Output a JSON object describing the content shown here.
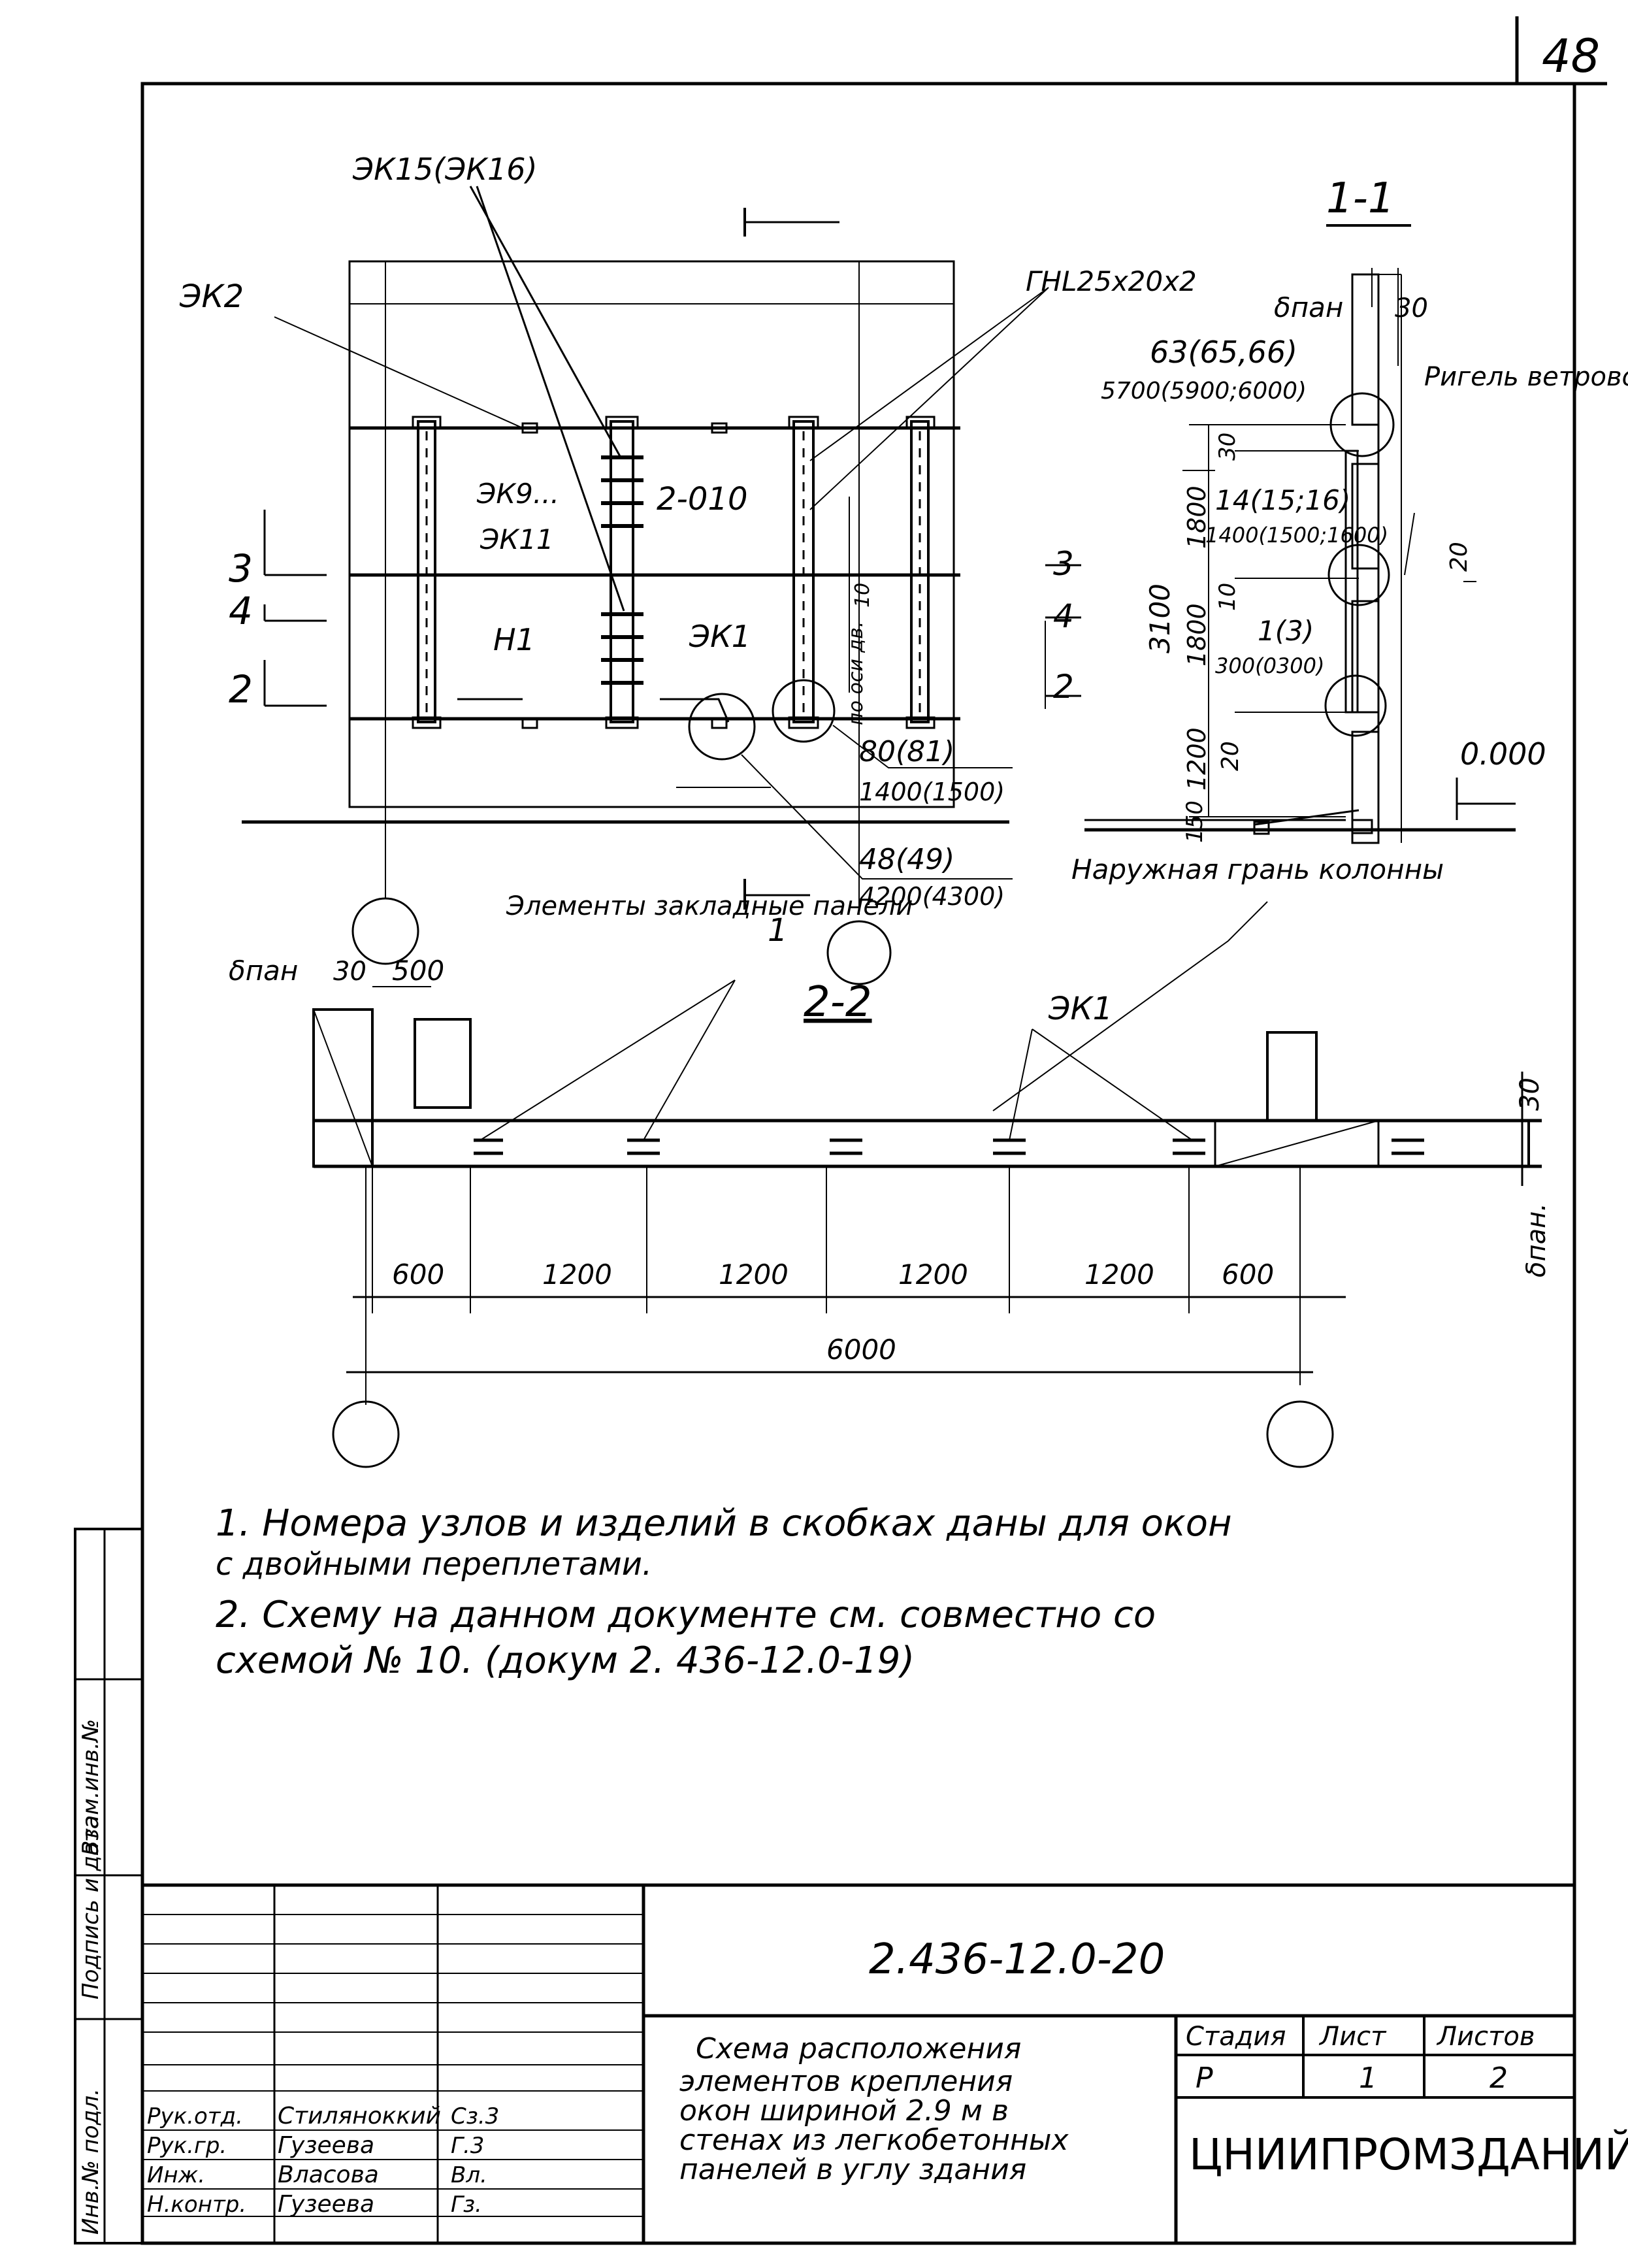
{
  "sheet_number": "48",
  "plan": {
    "labels": {
      "ek15_ek16": "ЭК15(ЭК16)",
      "ek2": "ЭК2",
      "ek9": "ЭК9...",
      "ek11": "ЭК11",
      "node_2_010": "2-010",
      "n1": "Н1",
      "ek1": "ЭК1",
      "angle_profile": "ГНL25x20x2",
      "node_80": "80(81)",
      "dim_1400": "1400(1500)",
      "node_48": "48(49)",
      "dim_4200": "4200(4300)",
      "dim_10": "10",
      "vertical_note": "по оси дв."
    },
    "levels_left": [
      "3",
      "4",
      "2"
    ],
    "levels_right": [
      "3",
      "4",
      "2"
    ],
    "cut_marker": "1"
  },
  "section_1_1": {
    "title": "1-1",
    "delta_pan": "δпан",
    "dim_30": "30",
    "node_63": "63(65,66)",
    "dim_5700": "5700(5900;6000)",
    "rigel_note": "Ригель ветровой",
    "node_14": "14(15;16)",
    "dim_1400b": "1400(1500;1600)",
    "node_1_3": "1(3)",
    "dim_300": "300(0300)",
    "dim_20a": "20",
    "dim_20b": "20",
    "dim_30b": "30",
    "dim_10b": "10",
    "v_3100": "3100",
    "v_1800a": "1800",
    "v_1800b": "1800",
    "v_1200": "1200",
    "v_150": "150",
    "level_000": "0.000",
    "outer_face": "Наружная грань колонны"
  },
  "section_2_2": {
    "title": "2-2",
    "embedded": "Элементы закладные панели",
    "delta_pan": "δпан",
    "dim_30": "30",
    "dim_500": "500",
    "ek1": "ЭК1",
    "right_30": "30",
    "right_delta": "δпан.",
    "dims": [
      "600",
      "1200",
      "1200",
      "1200",
      "1200",
      "600"
    ],
    "total": "6000"
  },
  "notes": [
    "1.  Номера  узлов  и  изделий  в скобках даны для окон",
    "     с двойными переплетами.",
    "2.  Схему  на  данном документе  см.  совместно  со",
    "     схемой  № 10. (докум  2. 436-12.0-19)"
  ],
  "side_stamp": [
    "Инв.№ подл.",
    "Подпись и дата",
    "Взам.инв.№"
  ],
  "title_block": {
    "doc_number": "2.436-12.0-20",
    "title_lines": [
      "Схема расположения",
      "элементов крепления",
      "окон шириной 2.9 м в",
      "стенах из легкобетонных",
      "панелей в углу здания"
    ],
    "stage_header": "Стадия",
    "sheet_header": "Лист",
    "sheets_header": "Листов",
    "stage": "Р",
    "sheet": "1",
    "sheets": "2",
    "org": "ЦНИИПРОМЗДАНИЙ",
    "signers": [
      {
        "role": "Рук.отд.",
        "name": "Стиляноккий",
        "sign": "Сз.3"
      },
      {
        "role": "Рук.гр.",
        "name": "Гузеева",
        "sign": "Г.3"
      },
      {
        "role": "Инж.",
        "name": "Власова",
        "sign": "Вл."
      },
      {
        "role": "Н.контр.",
        "name": "Гузеева",
        "sign": "Гз."
      }
    ]
  }
}
